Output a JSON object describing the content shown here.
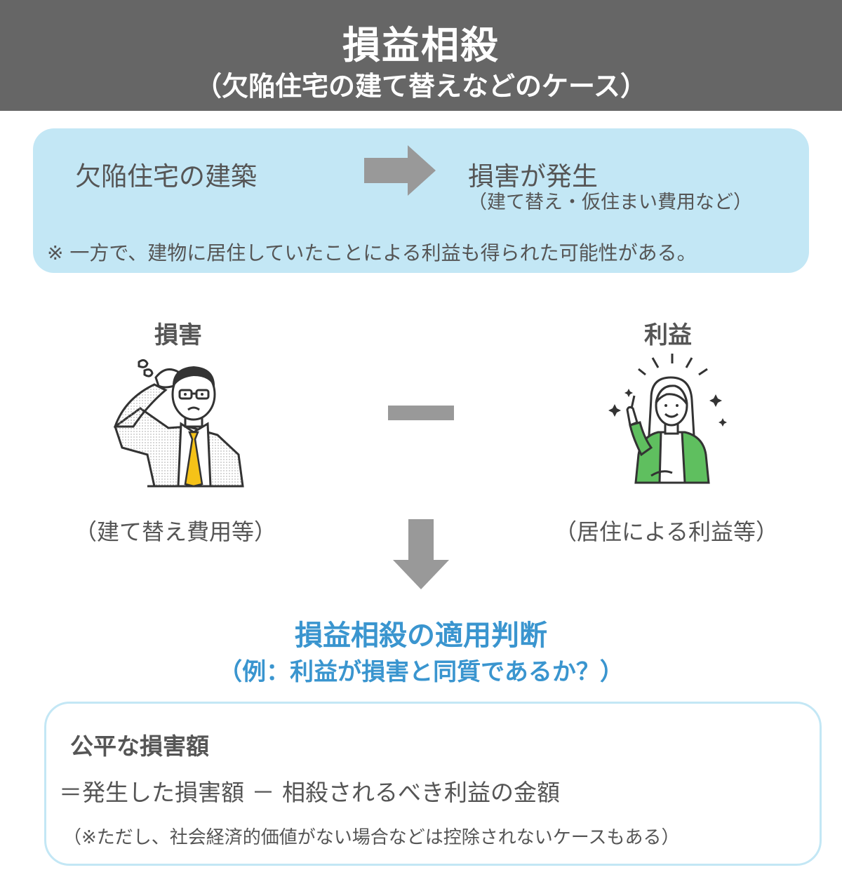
{
  "header": {
    "title": "損益相殺",
    "subtitle": "（欠陥住宅の建て替えなどのケース）"
  },
  "top_box": {
    "cause": "欠陥住宅の建築",
    "effect": "損害が発生",
    "effect_detail": "（建て替え・仮住まい費用など）",
    "note": "※ 一方で、建物に居住していたことによる利益も得られた可能性がある。"
  },
  "damage": {
    "label": "損害",
    "caption": "（建て替え費用等）"
  },
  "benefit": {
    "label": "利益",
    "caption": "（居住による利益等）"
  },
  "judgment": {
    "title": "損益相殺の適用判断",
    "example": "（例：利益が損害と同質であるか？）"
  },
  "formula": {
    "title": "公平な損害額",
    "body": "＝発生した損害額 － 相殺されるべき利益の金額",
    "note": "（※ただし、社会経済的価値がない場合などは控除されないケースもある）"
  },
  "colors": {
    "header_bg": "#666666",
    "box_bg": "#c3e7f5",
    "accent_blue": "#3a95cf",
    "arrow_gray": "#999999",
    "tie_yellow": "#f5c218",
    "cardigan_green": "#5fbf5f"
  },
  "icons": {
    "cause_to_effect": "arrow-right-icon",
    "to_judgment": "arrow-down-icon",
    "damage_person": "troubled-man-icon",
    "benefit_person": "happy-woman-icon",
    "subtract": "minus-icon"
  }
}
